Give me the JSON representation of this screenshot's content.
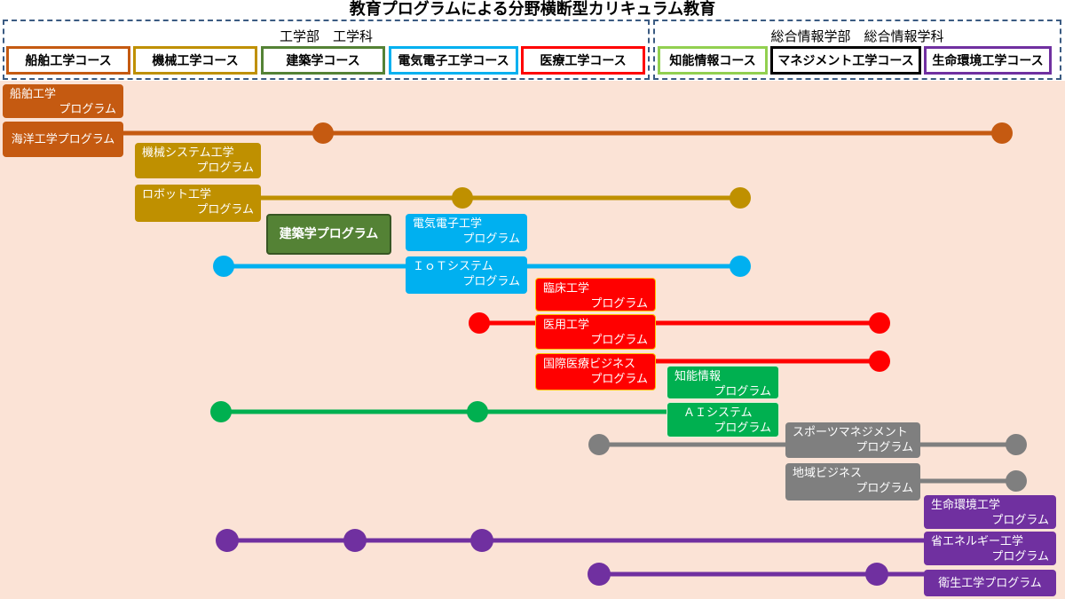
{
  "title": "教育プログラムによる分野横断型カリキュラム教育",
  "departments": {
    "engineering": "工学部　工学科",
    "informatics": "総合情報学部　総合情報学科"
  },
  "courses": {
    "ship": "船舶工学コース",
    "mech": "機械工学コース",
    "arch": "建築学コース",
    "elec": "電気電子工学コース",
    "med": "医療工学コース",
    "intel": "知能情報コース",
    "mgmt": "マネジメント工学コース",
    "env": "生命環境工学コース"
  },
  "programs": {
    "ship": {
      "l1": "船舶工学",
      "l2": "プログラム"
    },
    "ocean": "海洋工学プログラム",
    "mechsys": {
      "l1": "機械システム工学",
      "l2": "プログラム"
    },
    "robot": {
      "l1": "ロボット工学",
      "l2": "プログラム"
    },
    "arch": "建築学プログラム",
    "elec": {
      "l1": "電気電子工学",
      "l2": "プログラム"
    },
    "iot": {
      "l1": "ＩｏＴシステム",
      "l2": "プログラム"
    },
    "clinical": {
      "l1": "臨床工学",
      "l2": "プログラム"
    },
    "medeng": {
      "l1": "医用工学",
      "l2": "プログラム"
    },
    "intlmed": {
      "l1": "国際医療ビジネス",
      "l2": "プログラム"
    },
    "intel": {
      "l1": "知能情報",
      "l2": "プログラム"
    },
    "ai": {
      "l1": "ＡＩシステム",
      "l2": "プログラム"
    },
    "sports": {
      "l1": "スポーツマネジメント",
      "l2": "プログラム"
    },
    "regional": {
      "l1": "地域ビジネス",
      "l2": "プログラム"
    },
    "lifeenv": {
      "l1": "生命環境工学",
      "l2": "プログラム"
    },
    "energy": {
      "l1": "省エネルギー工学",
      "l2": "プログラム"
    },
    "hygiene": "衛生工学プログラム"
  },
  "colors": {
    "ship": "#c55a11",
    "mech": "#bf9000",
    "arch": "#548235",
    "elec": "#00b0f0",
    "med": "#ff0000",
    "intel": "#00b050",
    "mgmt": "#7f7f7f",
    "env": "#7030a0",
    "background": "#fbe3d6",
    "dept_border": "#3b5b82"
  }
}
